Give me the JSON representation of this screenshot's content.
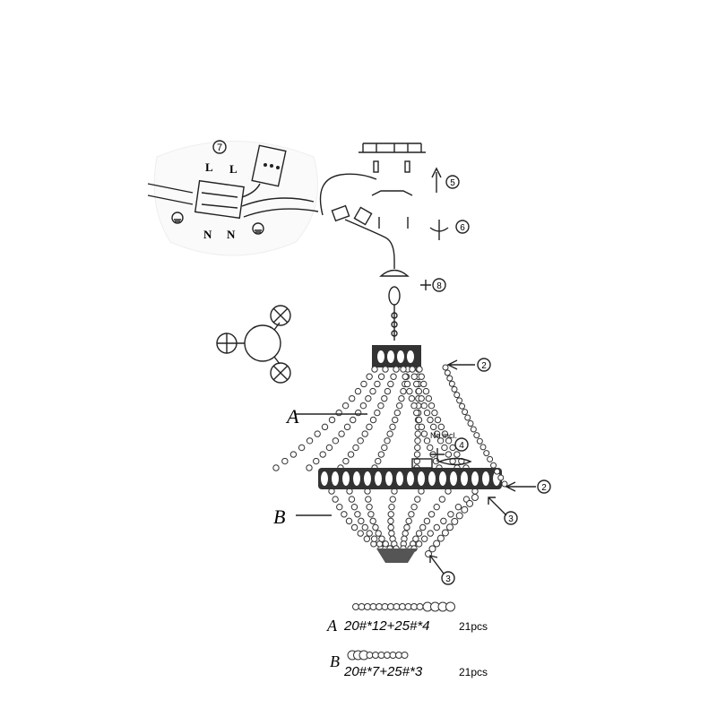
{
  "steps": {
    "wiring": "7",
    "ceiling_mount": "5",
    "rotate_fix": "6",
    "canopy_screw": "8",
    "chain_hook_top": "2",
    "chain_hook_bottom": "2",
    "bulb": "4",
    "hook_lower_right": "3",
    "hook_bottom": "3"
  },
  "wiring_labels": {
    "live_left": "L",
    "live_right": "L",
    "neutral_left": "N",
    "neutral_right": "N"
  },
  "bulb_note": "No incl.",
  "parts": {
    "A": "A",
    "B": "B"
  },
  "legend": [
    {
      "label": "A",
      "formula": "20#*12+25#*4",
      "qty": "21pcs"
    },
    {
      "label": "B",
      "formula": "20#*7+25#*3",
      "qty": "21pcs"
    }
  ],
  "colors": {
    "ink": "#222222",
    "background": "#ffffff"
  }
}
